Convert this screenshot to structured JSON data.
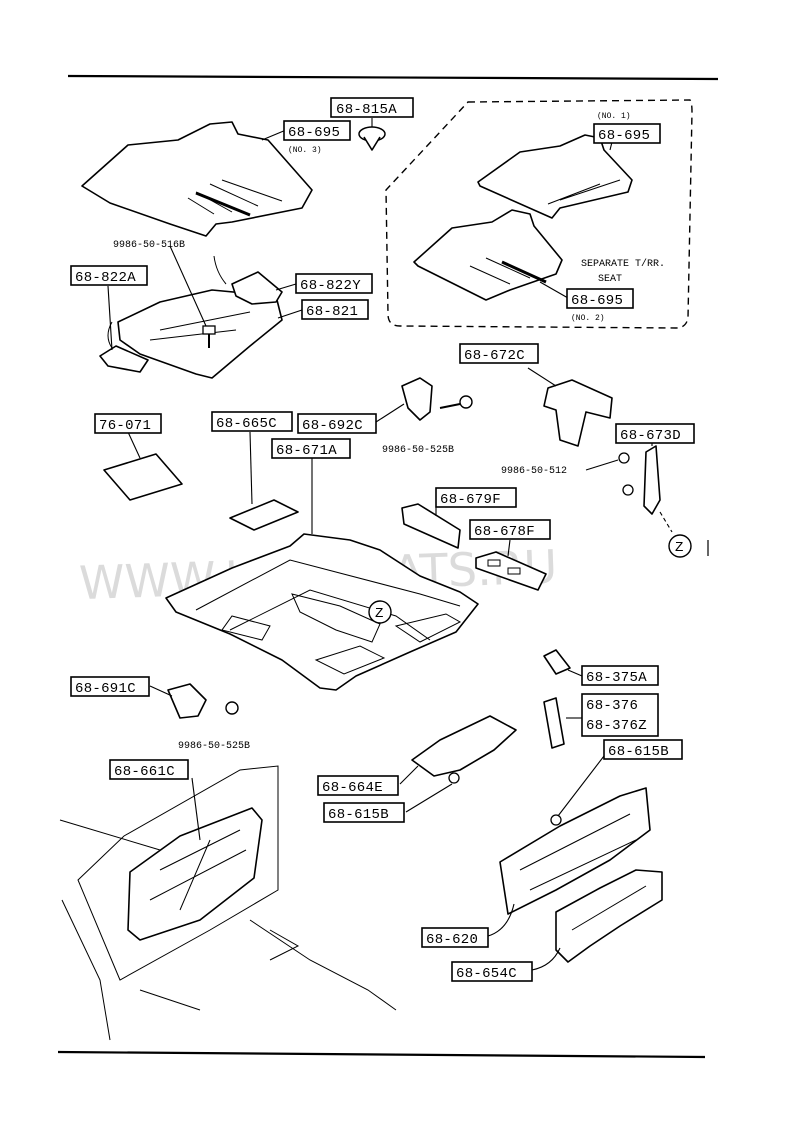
{
  "title": "",
  "watermark": "WWW.JAPANCATS.RU",
  "labels": {
    "p_68_815A": "68-815A",
    "p_68_695_no3": "68-695",
    "note_no3": "(NO. 3)",
    "note_no1": "(NO. 1)",
    "p_68_695_no1": "68-695",
    "p_68_695_no2": "68-695",
    "note_no2": "(NO. 2)",
    "separate_line1": "SEPARATE T/RR.",
    "separate_line2": "SEAT",
    "bolt_516B": "9986-50-516B",
    "p_68_822A": "68-822A",
    "p_68_822Y": "68-822Y",
    "p_68_821": "68-821",
    "p_68_672C": "68-672C",
    "p_76_071": "76-071",
    "p_68_665C": "68-665C",
    "p_68_692C": "68-692C",
    "bolt_525B_a": "9986-50-525B",
    "p_68_671A": "68-671A",
    "p_68_673D": "68-673D",
    "bolt_512": "9986-50-512",
    "p_68_679F": "68-679F",
    "p_68_678F": "68-678F",
    "ref_z_a": "Z",
    "ref_z_b": "Z",
    "p_68_375A": "68-375A",
    "p_68_376": "68-376",
    "p_68_376Z": "68-376Z",
    "p_68_691C": "68-691C",
    "bolt_525B_b": "9986-50-525B",
    "p_68_615B_a": "68-615B",
    "p_68_661C": "68-661C",
    "p_68_664E": "68-664E",
    "p_68_615B_b": "68-615B",
    "p_68_620": "68-620",
    "p_68_654C": "68-654C"
  }
}
